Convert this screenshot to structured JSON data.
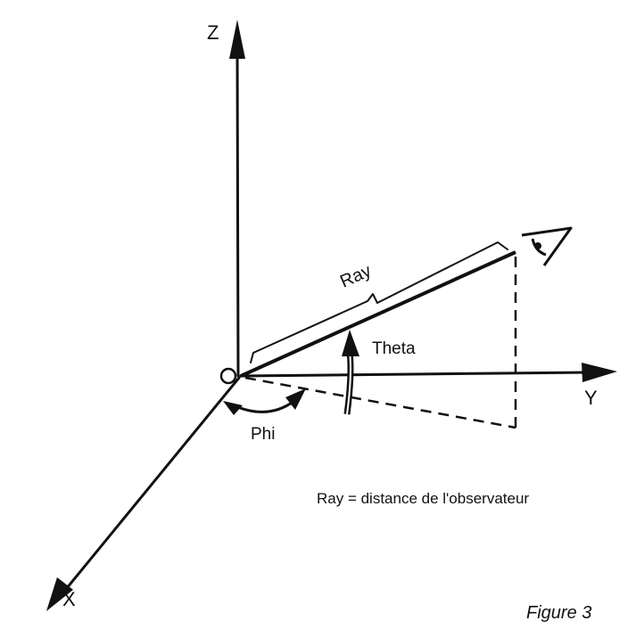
{
  "diagram": {
    "axes": {
      "z_label": "Z",
      "y_label": "Y",
      "x_label": "X",
      "origin_label": "O"
    },
    "ray_label": "Ray",
    "theta_label": "Theta",
    "phi_label": "Phi",
    "observer_icon": "eye-icon",
    "legend_text": "Ray = distance de l'observateur",
    "caption": "Figure 3",
    "ink_color": "#111111",
    "background_color": "#ffffff"
  }
}
